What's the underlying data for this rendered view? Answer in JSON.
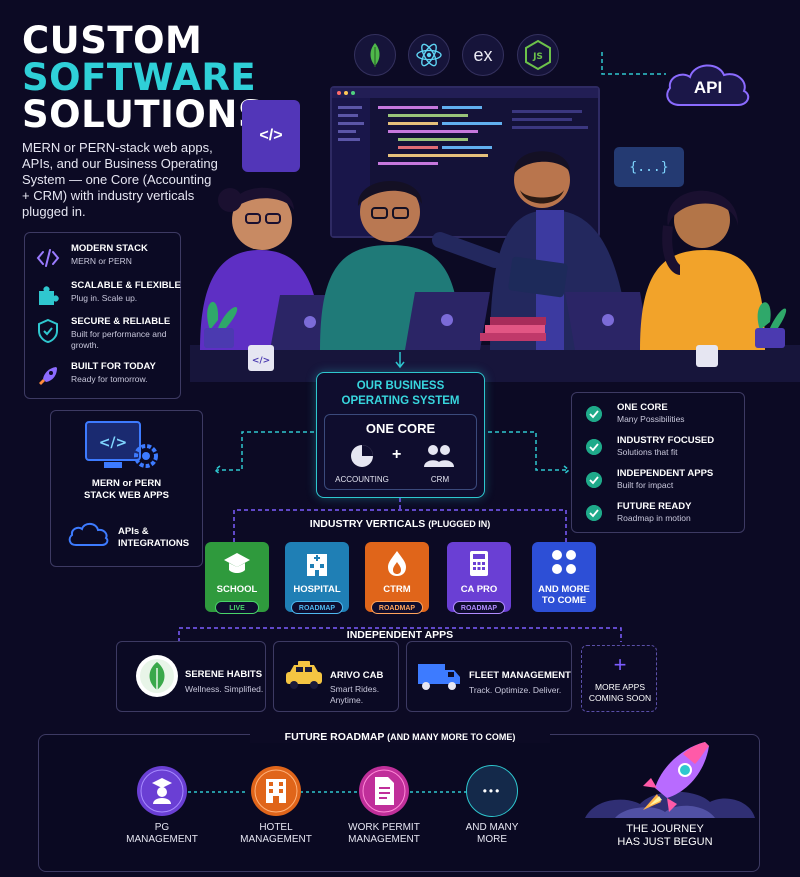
{
  "title": {
    "line1": "CUSTOM",
    "line2": "SOFTWARE",
    "line3": "SOLUTIONS"
  },
  "intro": "MERN or PERN-stack web apps, APIs, and our Business Operating System — one Core (Accounting + CRM) with industry verticals plugged in.",
  "features": [
    {
      "title": "MODERN STACK",
      "sub": "MERN or PERN",
      "icon": "code-brackets-icon"
    },
    {
      "title": "SCALABLE & FLEXIBLE",
      "sub": "Plug in. Scale up.",
      "icon": "puzzle-icon"
    },
    {
      "title": "SECURE & RELIABLE",
      "sub": "Built for performance and growth.",
      "icon": "shield-icon"
    },
    {
      "title": "BUILT FOR TODAY",
      "sub": "Ready for tomorrow.",
      "icon": "rocket-icon"
    }
  ],
  "tech_icons": [
    "mongodb-leaf-icon",
    "react-atom-icon",
    "express-icon",
    "nodejs-icon"
  ],
  "tech_express_label": "ex",
  "tech_node_label": "JS",
  "api_label": "API",
  "code_card": "</>",
  "json_card": "{...}",
  "mug_label": "</>",
  "business_os": {
    "title_l1": "OUR BUSINESS",
    "title_l2": "OPERATING SYSTEM",
    "core_title": "ONE CORE",
    "plus": "+",
    "accounting": "ACCOUNTING",
    "crm": "CRM"
  },
  "stack_panel": {
    "web_l1": "MERN or PERN",
    "web_l2": "STACK WEB APPS",
    "api_l1": "APIs &",
    "api_l2": "INTEGRATIONS"
  },
  "right_panel": [
    {
      "title": "ONE CORE",
      "sub": "Many Possibilities"
    },
    {
      "title": "INDUSTRY FOCUSED",
      "sub": "Solutions that fit"
    },
    {
      "title": "INDEPENDENT APPS",
      "sub": "Built for impact"
    },
    {
      "title": "FUTURE READY",
      "sub": "Roadmap in motion"
    }
  ],
  "verticals_label": {
    "main": "INDUSTRY VERTICALS",
    "sub": "(PLUGGED IN)"
  },
  "verticals": [
    {
      "l1": "SCHOOL",
      "l2": "",
      "badge": "LIVE",
      "color": "#2f9a3d",
      "badge_color": "#49d36a"
    },
    {
      "l1": "HOSPITAL",
      "l2": "",
      "badge": "ROADMAP",
      "color": "#1f7fb5",
      "badge_color": "#4fb8f0"
    },
    {
      "l1": "CTRM",
      "l2": "",
      "badge": "ROADMAP",
      "color": "#e0651a",
      "badge_color": "#ffa35c"
    },
    {
      "l1": "CA PRO",
      "l2": "",
      "badge": "ROADMAP",
      "color": "#6a3fd4",
      "badge_color": "#b18cff"
    },
    {
      "l1": "AND MORE",
      "l2": "TO COME",
      "badge": "",
      "color": "#2d4fd6",
      "badge_color": ""
    }
  ],
  "apps_label": "INDEPENDENT APPS",
  "apps": [
    {
      "title": "SERENE HABITS",
      "sub1": "Wellness. Simplified.",
      "sub2": ""
    },
    {
      "title": "ARIVO CAB",
      "sub1": "Smart Rides.",
      "sub2": "Anytime."
    },
    {
      "title": "FLEET MANAGEMENT",
      "sub1": "Track. Optimize. Deliver.",
      "sub2": ""
    }
  ],
  "more_apps": {
    "plus": "+",
    "l1": "MORE APPS",
    "l2": "COMING SOON"
  },
  "roadmap_label": {
    "main": "FUTURE ROADMAP",
    "sub": "(AND MANY MORE TO COME)"
  },
  "roadmap": [
    {
      "l1": "PG",
      "l2": "MANAGEMENT",
      "color": "#6a3fd4"
    },
    {
      "l1": "HOTEL",
      "l2": "MANAGEMENT",
      "color": "#e0651a"
    },
    {
      "l1": "WORK PERMIT",
      "l2": "MANAGEMENT",
      "color": "#c02f9a"
    },
    {
      "l1": "AND MANY",
      "l2": "MORE",
      "color": "#1a4a78"
    }
  ],
  "roadmap_more_glyph": "•••",
  "journey": {
    "l1": "THE JOURNEY",
    "l2": "HAS JUST BEGUN"
  }
}
